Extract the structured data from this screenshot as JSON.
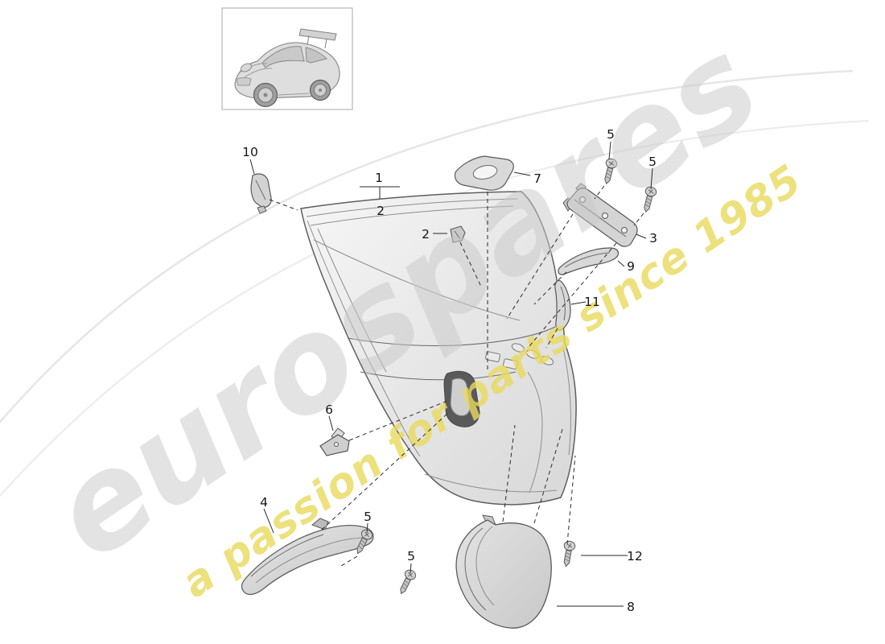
{
  "watermark": {
    "brand": "eurospares",
    "tagline": "a passion for parts since 1985",
    "brand_color": "#c8c8c8",
    "tagline_color": "#e9d95c"
  },
  "callouts": {
    "item10": "10",
    "item1": "1",
    "item2": "2",
    "item7": "7",
    "item2_clip": "2",
    "screw5_top_a": "5",
    "screw5_top_b": "5",
    "item3": "3",
    "item9": "9",
    "item11": "11",
    "item6": "6",
    "item4": "4",
    "screw5_arm_a": "5",
    "screw5_arm_b": "5",
    "item12": "12",
    "item8": "8"
  }
}
